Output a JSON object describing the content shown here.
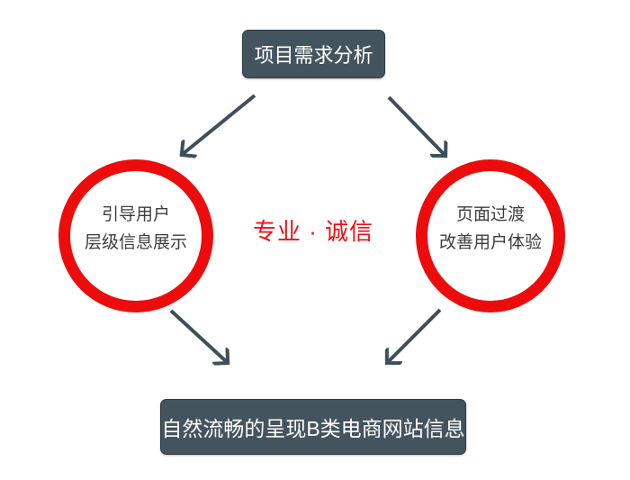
{
  "colors": {
    "node_bg": "#44545e",
    "node_text": "#ffffff",
    "ring_red": "#ed0c0c",
    "center_text_red": "#f50d0d",
    "circle_text": "#3d3d3d",
    "arrow": "#3d4f5a"
  },
  "nodes": {
    "top_box": {
      "label": "项目需求分析"
    },
    "left_circle": {
      "lines": [
        "引导用户",
        "层级信息展示"
      ]
    },
    "right_circle": {
      "lines": [
        "页面过渡",
        "改善用户体验"
      ]
    },
    "center_text": {
      "label": "专业 · 诚信"
    },
    "bottom_box": {
      "label": "自然流畅的呈现B类电商网站信息"
    }
  },
  "connections": [
    {
      "from": "top_box",
      "to": "left_circle"
    },
    {
      "from": "top_box",
      "to": "right_circle"
    },
    {
      "from": "left_circle",
      "to": "bottom_box"
    },
    {
      "from": "right_circle",
      "to": "bottom_box"
    }
  ]
}
